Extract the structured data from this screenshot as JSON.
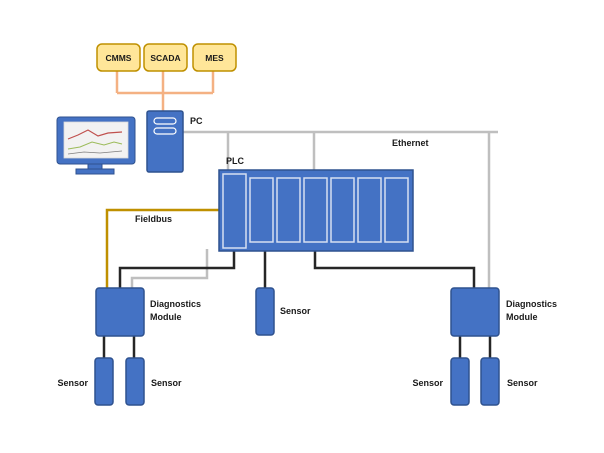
{
  "software": {
    "items": [
      {
        "label": "CMMS"
      },
      {
        "label": "SCADA"
      },
      {
        "label": "MES"
      }
    ]
  },
  "labels": {
    "pc": "PC",
    "ethernet": "Ethernet",
    "plc": "PLC",
    "fieldbus": "Fieldbus",
    "sensor": "Sensor",
    "diag_line1": "Diagnostics",
    "diag_line2": "Module"
  },
  "colors": {
    "device_fill": "#4472c4",
    "device_stroke": "#2f528f",
    "software_fill": "#ffe699",
    "software_stroke": "#bf9000",
    "ethernet": "#bfbfbf",
    "fieldbus": "#bf9000",
    "orange_link": "#f4b183",
    "signal": "#262626",
    "monitor_frame": "#4472c4"
  }
}
